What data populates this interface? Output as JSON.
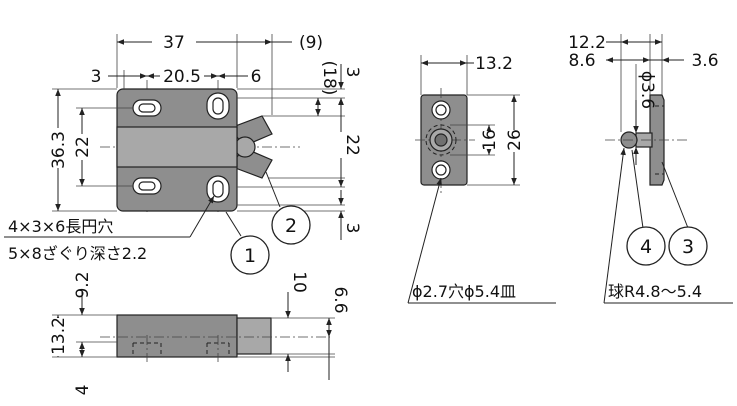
{
  "front_view": {
    "dims": {
      "width_37": "37",
      "paren_9": "(9)",
      "d_3_left": "3",
      "d_20_5": "20.5",
      "d_6": "6",
      "paren_18": "(18)",
      "d_3_right_top": "3",
      "d_36_3": "36.3",
      "d_22_left": "22",
      "d_22_right": "22",
      "d_3_right_bottom": "3"
    },
    "slot_note_line1": "4×3×6長円穴",
    "slot_note_line2": "5×8ざぐり深さ2.2",
    "callout_1": "1",
    "callout_2": "2"
  },
  "bottom_view": {
    "dims": {
      "d_9_2": "9.2",
      "d_13_2": "13.2",
      "d_4": "4",
      "d_10": "10",
      "d_6_6": "6.6"
    }
  },
  "plate_view": {
    "dims": {
      "d_13_2": "13.2",
      "d_16": "16",
      "d_26": "26"
    },
    "hole_note": "ϕ2.7穴ϕ5.4皿"
  },
  "side_view": {
    "dims": {
      "d_12_2": "12.2",
      "d_8_6": "8.6",
      "d_3_6_right": "3.6",
      "d_phi_3_6": "ϕ3.6"
    },
    "ball_note": "球R4.8～5.4",
    "callout_4": "4",
    "callout_3": "3"
  }
}
